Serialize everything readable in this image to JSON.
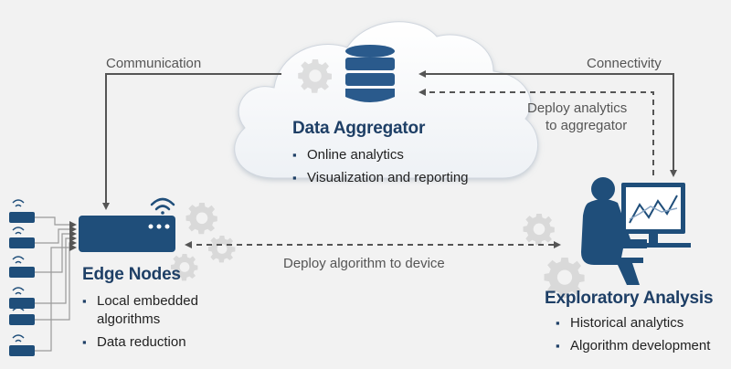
{
  "aggregator": {
    "title": "Data Aggregator",
    "items": [
      "Online analytics",
      "Visualization and reporting"
    ]
  },
  "edge": {
    "title": "Edge Nodes",
    "items": [
      "Local embedded",
      "algorithms",
      "Data reduction"
    ]
  },
  "exploratory": {
    "title": "Exploratory Analysis",
    "items": [
      "Historical analytics",
      "Algorithm development"
    ]
  },
  "arrows": {
    "communication": "Communication",
    "connectivity": "Connectivity",
    "deploy_aggregator_line1": "Deploy analytics",
    "deploy_aggregator_line2": "to aggregator",
    "deploy_device": "Deploy algorithm to device"
  },
  "colors": {
    "background": "#f2f2f2",
    "navy": "#1e3f66",
    "device_blue": "#1f4e7a",
    "arrow_gray": "#555555",
    "gear_gray": "#d9d9d9",
    "cloud_fill": "#ffffff"
  }
}
